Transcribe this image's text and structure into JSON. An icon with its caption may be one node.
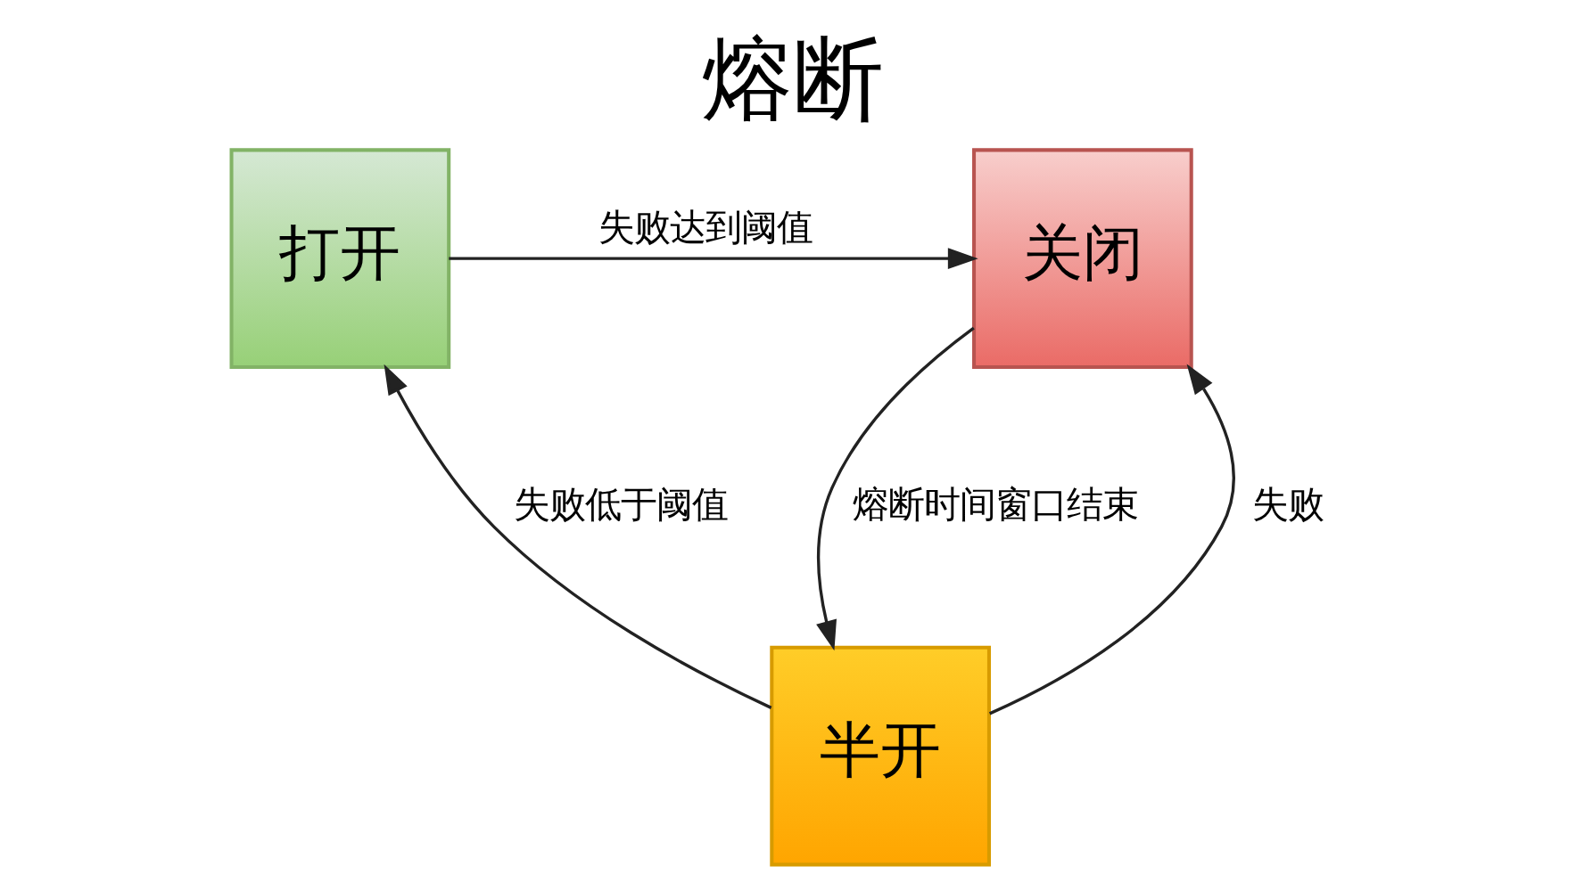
{
  "diagram": {
    "title": "熔断",
    "nodes": [
      {
        "text": [
          "打开"
        ]
      },
      {
        "text": [
          "关闭"
        ]
      },
      {
        "text": [
          "半开"
        ]
      }
    ],
    "edges": [
      {
        "from": 0,
        "to": 1,
        "arrow": "to",
        "label": "失败达到阈值"
      },
      {
        "from": 1,
        "to": 2,
        "arrow": "to",
        "label": "熔断时间窗口结束"
      },
      {
        "from": 2,
        "to": 1,
        "arrow": "to",
        "label": "失败"
      },
      {
        "from": 2,
        "to": 0,
        "arrow": "to",
        "label": "失败低于阈值"
      }
    ]
  }
}
